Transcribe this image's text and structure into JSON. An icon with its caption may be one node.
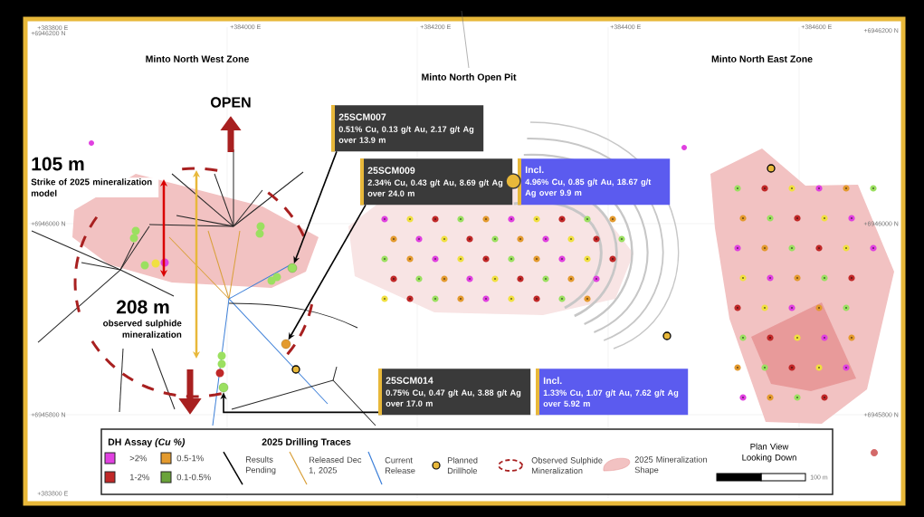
{
  "diagram": {
    "nodes": [
      {
        "text": [
          "25SCM007",
          "0.51% Cu, 0.13 g/t Au, 2.17 g/t Ag over 13.9 m"
        ]
      },
      {
        "text": [
          "25SCM009",
          "2.34% Cu, 0.43 g/t Au, 8.69 g/t Ag over 24.0 m"
        ]
      },
      {
        "text": [
          "Incl.",
          "4.96% Cu, 0.85 g/t Au, 18.67 g/t Ag over 9.9 m"
        ]
      },
      {
        "text": [
          "25SCM014",
          "0.75% Cu, 0.47 g/t Au, 3.88 g/t Ag over 17.0 m"
        ]
      },
      {
        "text": [
          "Incl.",
          "1.33% Cu, 1.07 g/t Au, 7.62 g/t Ag over 5.92 m"
        ]
      },
      {
        "text": [],
        "shape": "circle"
      },
      {
        "text": [],
        "shape": "circle"
      },
      {
        "text": [],
        "shape": "circle"
      }
    ],
    "edges": [
      {
        "from": 0,
        "to": 5,
        "arrow": "to"
      },
      {
        "from": 1,
        "to": 6,
        "arrow": "to"
      },
      {
        "from": 3,
        "to": 7,
        "arrow": "to"
      }
    ],
    "labels": [
      "+383800 E",
      "+6946200 N",
      "+384000 E",
      "+384200 E",
      "+384400 E",
      "+384600 E",
      "+6946200 N",
      "Minto North West Zone",
      "Minto North East Zone",
      "Minto North Open Pit",
      "OPEN",
      "105 m",
      "Strike of 2025 mineralization model",
      "+6946000 N",
      "+6946000 N",
      "208 m",
      "observed sulphide mineralization",
      "+6945800 N",
      "+6945800 N",
      "DH Assay *(Cu %)*",
      "2025 Drilling Traces",
      "Plan View Looking Down",
      "100 m",
      "+383800 E"
    ],
    "legend": [
      {
        "text": ">2%",
        "color": "#e040e0"
      },
      {
        "text": "0.5-1%",
        "color": "#e39a2e"
      },
      {
        "text": "1-2%",
        "color": "#c02828"
      },
      {
        "text": "0.1-0.5%",
        "color": "#6aa33a"
      },
      {
        "text": "Results Pending"
      },
      {
        "text": "Released Dec 1, 2025"
      },
      {
        "text": "Current Release"
      },
      {
        "text": "Planned Drillhole"
      },
      {
        "text": "Observed Sulphide Mineralization"
      },
      {
        "text": "2025 Mineralization Shape"
      }
    ]
  }
}
